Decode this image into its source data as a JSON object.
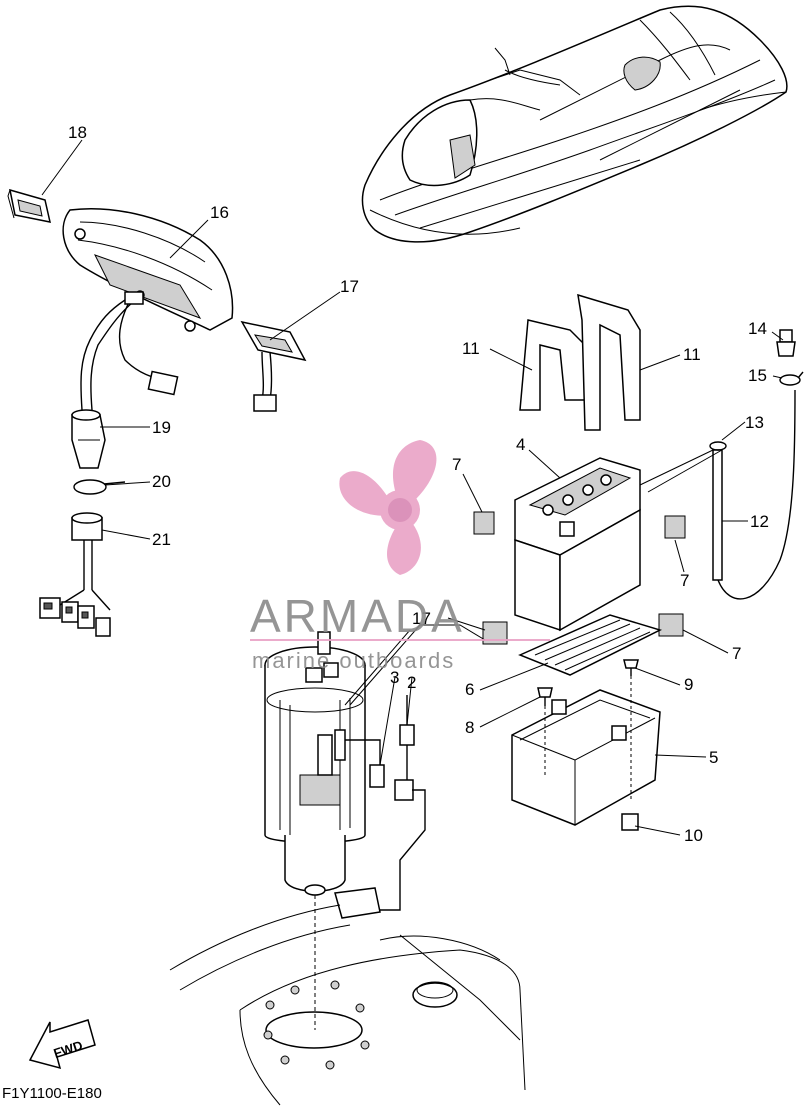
{
  "watermark": {
    "brand": "ARMADA",
    "tagline": "marine outboards",
    "brand_color": "#8a8a8a",
    "accent_color": "#e9a2c6"
  },
  "diagram_code": "F1Y1100-E180",
  "fwd_label": "FWD",
  "callouts": [
    {
      "id": "c18",
      "label": "18"
    },
    {
      "id": "c16",
      "label": "16"
    },
    {
      "id": "c17a",
      "label": "17"
    },
    {
      "id": "c19",
      "label": "19"
    },
    {
      "id": "c20",
      "label": "20"
    },
    {
      "id": "c21",
      "label": "21"
    },
    {
      "id": "c14",
      "label": "14"
    },
    {
      "id": "c15",
      "label": "15"
    },
    {
      "id": "c11a",
      "label": "11"
    },
    {
      "id": "c11b",
      "label": "11"
    },
    {
      "id": "c13",
      "label": "13"
    },
    {
      "id": "c4",
      "label": "4"
    },
    {
      "id": "c7a",
      "label": "7"
    },
    {
      "id": "c12",
      "label": "12"
    },
    {
      "id": "c7b",
      "label": "7"
    },
    {
      "id": "c17b",
      "label": "17"
    },
    {
      "id": "c3",
      "label": "3"
    },
    {
      "id": "c2",
      "label": "2"
    },
    {
      "id": "c7c",
      "label": "7"
    },
    {
      "id": "c6",
      "label": "6"
    },
    {
      "id": "c9",
      "label": "9"
    },
    {
      "id": "c8",
      "label": "8"
    },
    {
      "id": "c5",
      "label": "5"
    },
    {
      "id": "c10",
      "label": "10"
    }
  ]
}
